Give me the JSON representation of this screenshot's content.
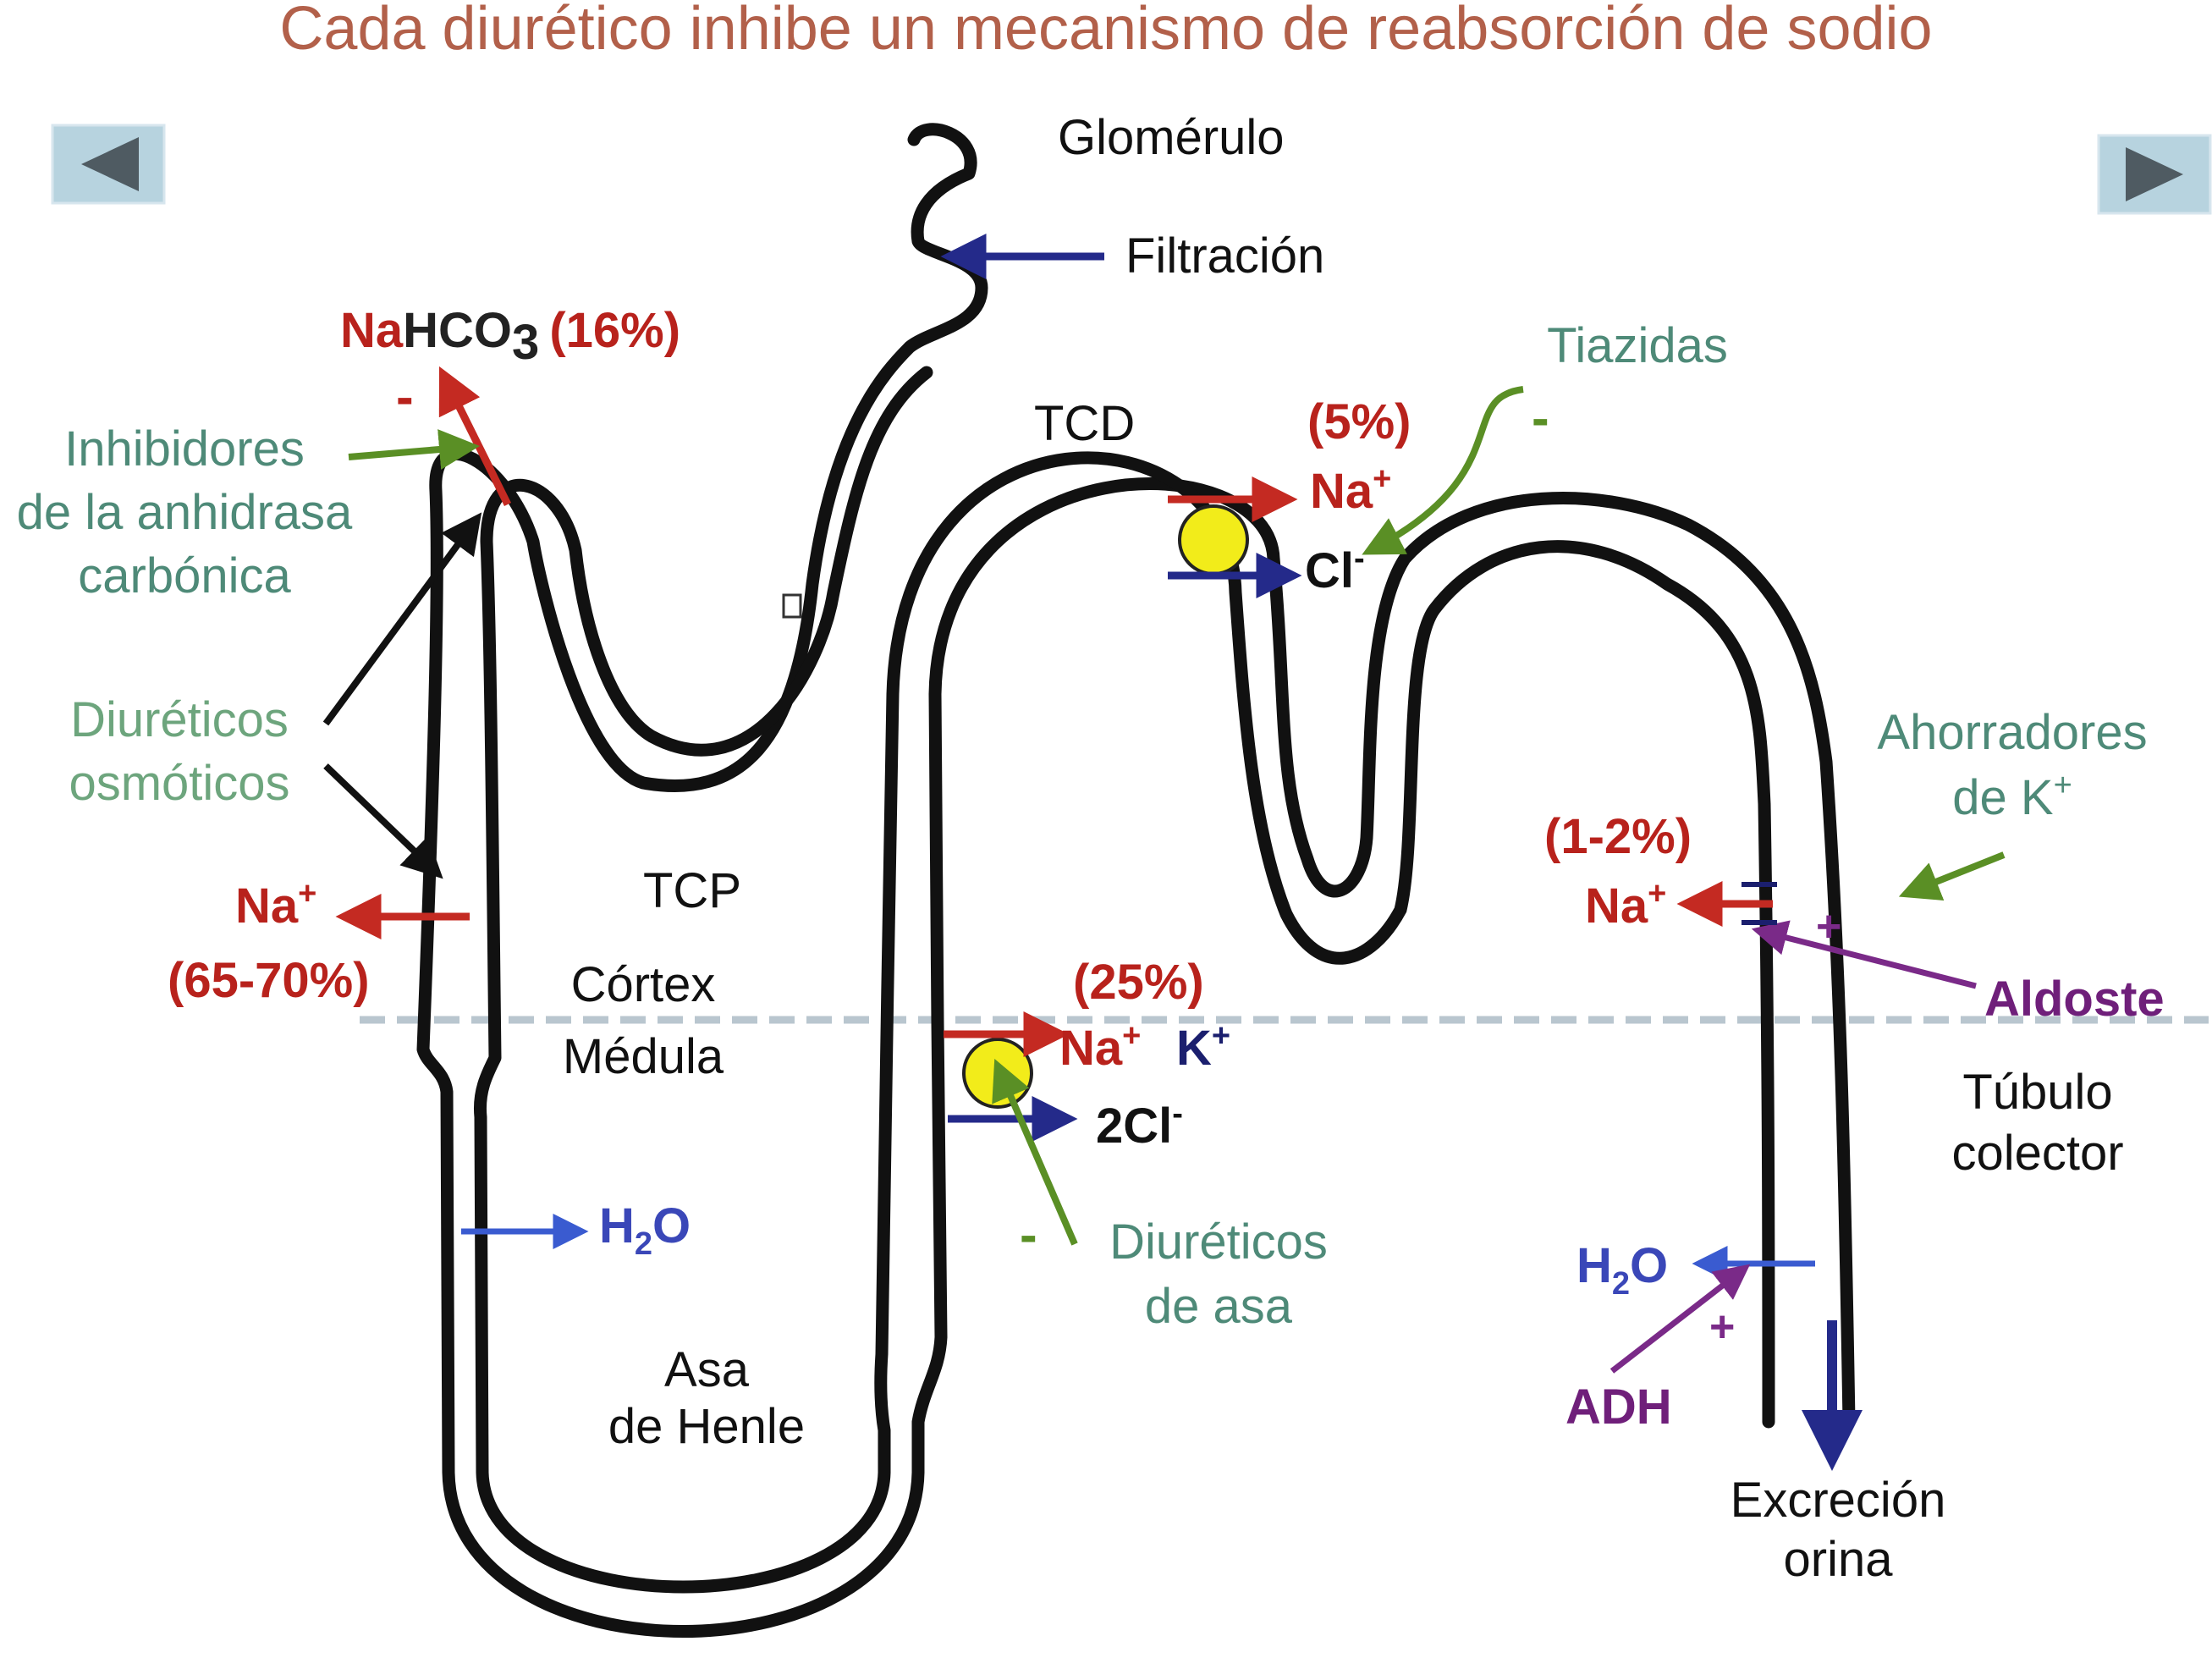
{
  "title": "Cada diurético inhibe un mecanismo de reabsorción de sodio",
  "nav": {
    "prev_icon": "triangle-left-icon",
    "next_icon": "triangle-right-icon"
  },
  "colors": {
    "title": "#b2604a",
    "tubule": "#111111",
    "drug_label": "#4e8a78",
    "sodium_arrow": "#c42a22",
    "water_arrow": "#3a5bd0",
    "chloride_arrow": "#242a8a",
    "inhibition_arrow": "#5a8f25",
    "hormone": "#7a2a88",
    "transporter": "#f2ec1a",
    "divider": "#b9c6cf",
    "nav_button": "#b7d3df"
  },
  "structures": {
    "glomerulo": "Glomérulo",
    "filtracion": "Filtración",
    "tcp": "TCP",
    "tcd": "TCD",
    "cortex": "Córtex",
    "medula": "Médula",
    "asa_henle_line1": "Asa",
    "asa_henle_line2": "de Henle",
    "tubulo_line1": "Túbulo",
    "tubulo_line2": "colector",
    "excrecion_line1": "Excreción",
    "excrecion_line2": "orina"
  },
  "drugs": {
    "inhibidores_line1": "Inhibidores",
    "inhibidores_line2": "de la anhidrasa",
    "inhibidores_line3": "carbónica",
    "osmoticos_line1": "Diuréticos",
    "osmoticos_line2": "osmóticos",
    "tiazidas": "Tiazidas",
    "ahorradores_line1": "Ahorradores",
    "ahorradores_line2": "de K",
    "ahorradores_sup": "+",
    "asa_line1": "Diuréticos",
    "asa_line2": "de asa"
  },
  "ions": {
    "nahco3_na": "Na",
    "nahco3_hco": "HCO",
    "nahco3_sub": "3",
    "nahco3_pct": "(16%)",
    "tcp_na": "Na",
    "tcp_na_sup": "+",
    "tcp_pct": "(65-70%)",
    "tcd_pct": "(5%)",
    "tcd_na": "Na",
    "tcd_na_sup": "+",
    "tcd_cl": "Cl",
    "tcd_cl_sup": "-",
    "henle_pct": "(25%)",
    "henle_na": "Na",
    "henle_na_sup": "+",
    "henle_k": "K",
    "henle_k_sup": "+",
    "henle_2cl": "2Cl",
    "henle_2cl_sup": "-",
    "henle_h2o_h": "H",
    "henle_h2o_sub": "2",
    "henle_h2o_o": "O",
    "col_pct": "(1-2%)",
    "col_na": "Na",
    "col_na_sup": "+",
    "col_h2o_h": "H",
    "col_h2o_sub": "2",
    "col_h2o_o": "O"
  },
  "hormones": {
    "aldosterona": "Aldoste",
    "adh": "ADH"
  },
  "signs": {
    "minus": "-",
    "plus": "+"
  }
}
